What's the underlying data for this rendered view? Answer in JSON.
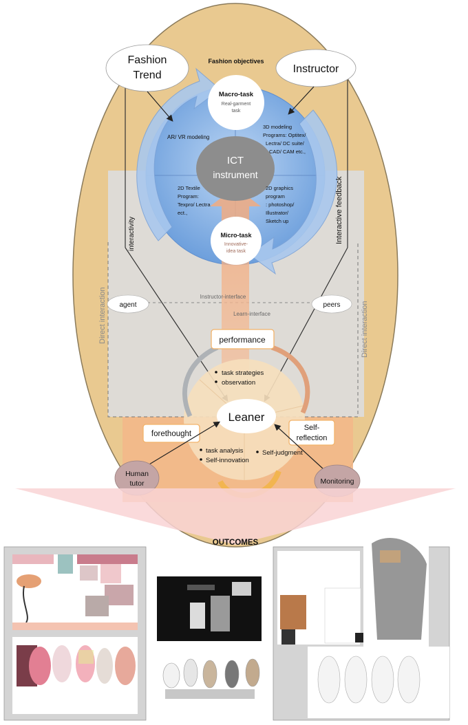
{
  "title": "Fashion objectives",
  "nodes": {
    "fashion_trend": [
      "Fashion",
      "Trend"
    ],
    "instructor": "Instructor",
    "macro_task": {
      "title": "Macro-task",
      "sub": [
        "Real-garment",
        "task"
      ]
    },
    "micro_task": {
      "title": "Micro-task",
      "sub": [
        "Innovative-",
        "idea task"
      ]
    },
    "ict": [
      "ICT",
      "instrument"
    ],
    "agent": "agent",
    "peers": "peers",
    "performance": "performance",
    "leaner": "Leaner",
    "forethought": "forethought",
    "self_reflection": [
      "Self-",
      "reflection"
    ],
    "human_tutor": [
      "Human",
      "tutor"
    ],
    "monitoring": "Monitoring"
  },
  "programs": {
    "ar_vr": "AR/ VR modeling",
    "modeling_3d": [
      "3D modeling",
      "Programs: Optitex/",
      "Lectra/ DC suite/",
      "CAD/ CAM etc.,"
    ],
    "textile_2d": [
      "2D Textile",
      "Program:",
      "Texpro/ Lectra",
      "ect.,"
    ],
    "graphics_2d": [
      "2D graphics",
      "program",
      ": photoshop/",
      "Illustrator/",
      "Sketch up"
    ]
  },
  "labels": {
    "interactivity": "interactivity",
    "interactive_feedback": "Interactive feedback",
    "direct_interaction_left": "Direct interaction",
    "direct_interaction_right": "Direct interaction",
    "instructor_interface": "Instructor-interface",
    "learn_interface": "Learn-interface"
  },
  "phases": {
    "performance_items": [
      "task strategies",
      "observation"
    ],
    "forethought_items": [
      "task analysis",
      "Self-innovation"
    ],
    "reflection_item": "Self-judgment"
  },
  "outcomes": "OUTCOMES",
  "colors": {
    "oval_fill": "#e9c990",
    "blue_circle": "#8fb6e6",
    "ict_gray": "#8d8d8d",
    "band_gray": "#dcdcdc",
    "orange_band": "#f3b889",
    "tutor_circle": "#c4a5a5",
    "pink_arrow": "#f9d3d5",
    "box_border": "#f2b36b"
  }
}
